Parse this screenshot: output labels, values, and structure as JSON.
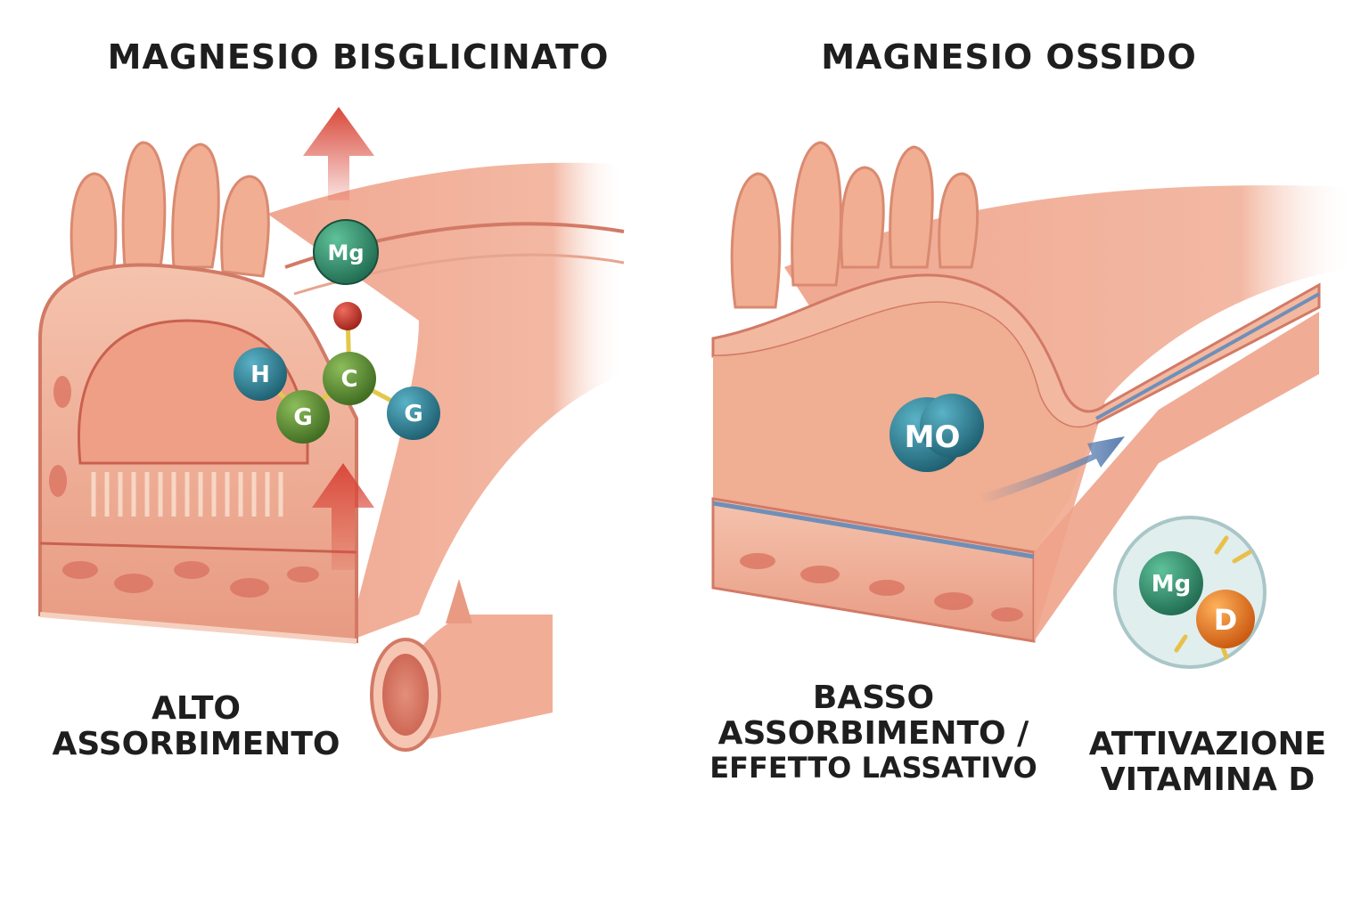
{
  "left_panel": {
    "title": "MAGNESIO BISGLICINATO",
    "caption_line1": "ALTO",
    "caption_line2": "ASSORBIMENTO",
    "mg_ball": "Mg",
    "molecule_atoms": [
      "H",
      "C",
      "G",
      "G"
    ]
  },
  "right_panel": {
    "title": "MAGNESIO OSSIDO",
    "mo_ball": "MO",
    "caption_line1": "BASSO",
    "caption_line2": "ASSORBIMENTO /",
    "caption_line3": "EFFETTO LASSATIVO",
    "vitd_caption_line1": "ATTIVAZIONE",
    "vitd_caption_line2": "VITAMINA D",
    "vitd_mg": "Mg",
    "vitd_d": "D"
  },
  "colors": {
    "tissue_light": "#f2b39c",
    "tissue_mid": "#e8907a",
    "tissue_dark": "#c9614f",
    "mucosa_inner": "#f0b08f",
    "arrow_red": "#d9483a",
    "arrow_blue": "#5b7fb0",
    "mg_green": "#2f8a6a",
    "teal": "#2b7e93",
    "olive_green": "#5d8f33",
    "oxygen_red": "#c9382c",
    "vitd_orange": "#e8791f",
    "bubble_bg": "#e1eeee"
  }
}
